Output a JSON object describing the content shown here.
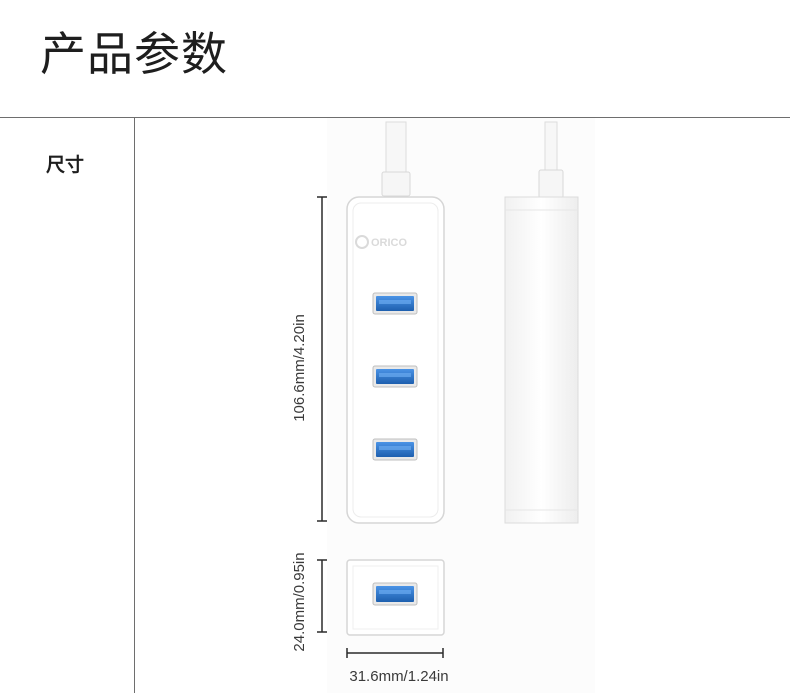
{
  "title": "产品参数",
  "section_label": "尺寸",
  "dimensions": {
    "length": "106.6mm/4.20in",
    "height": "24.0mm/0.95in",
    "width": "31.6mm/1.24in"
  },
  "brand": {
    "name": "ORICO"
  },
  "colors": {
    "usb_port_blue": "#2a73c9",
    "product_white": "#ffffff",
    "divider_gray": "#6e6e6e"
  }
}
